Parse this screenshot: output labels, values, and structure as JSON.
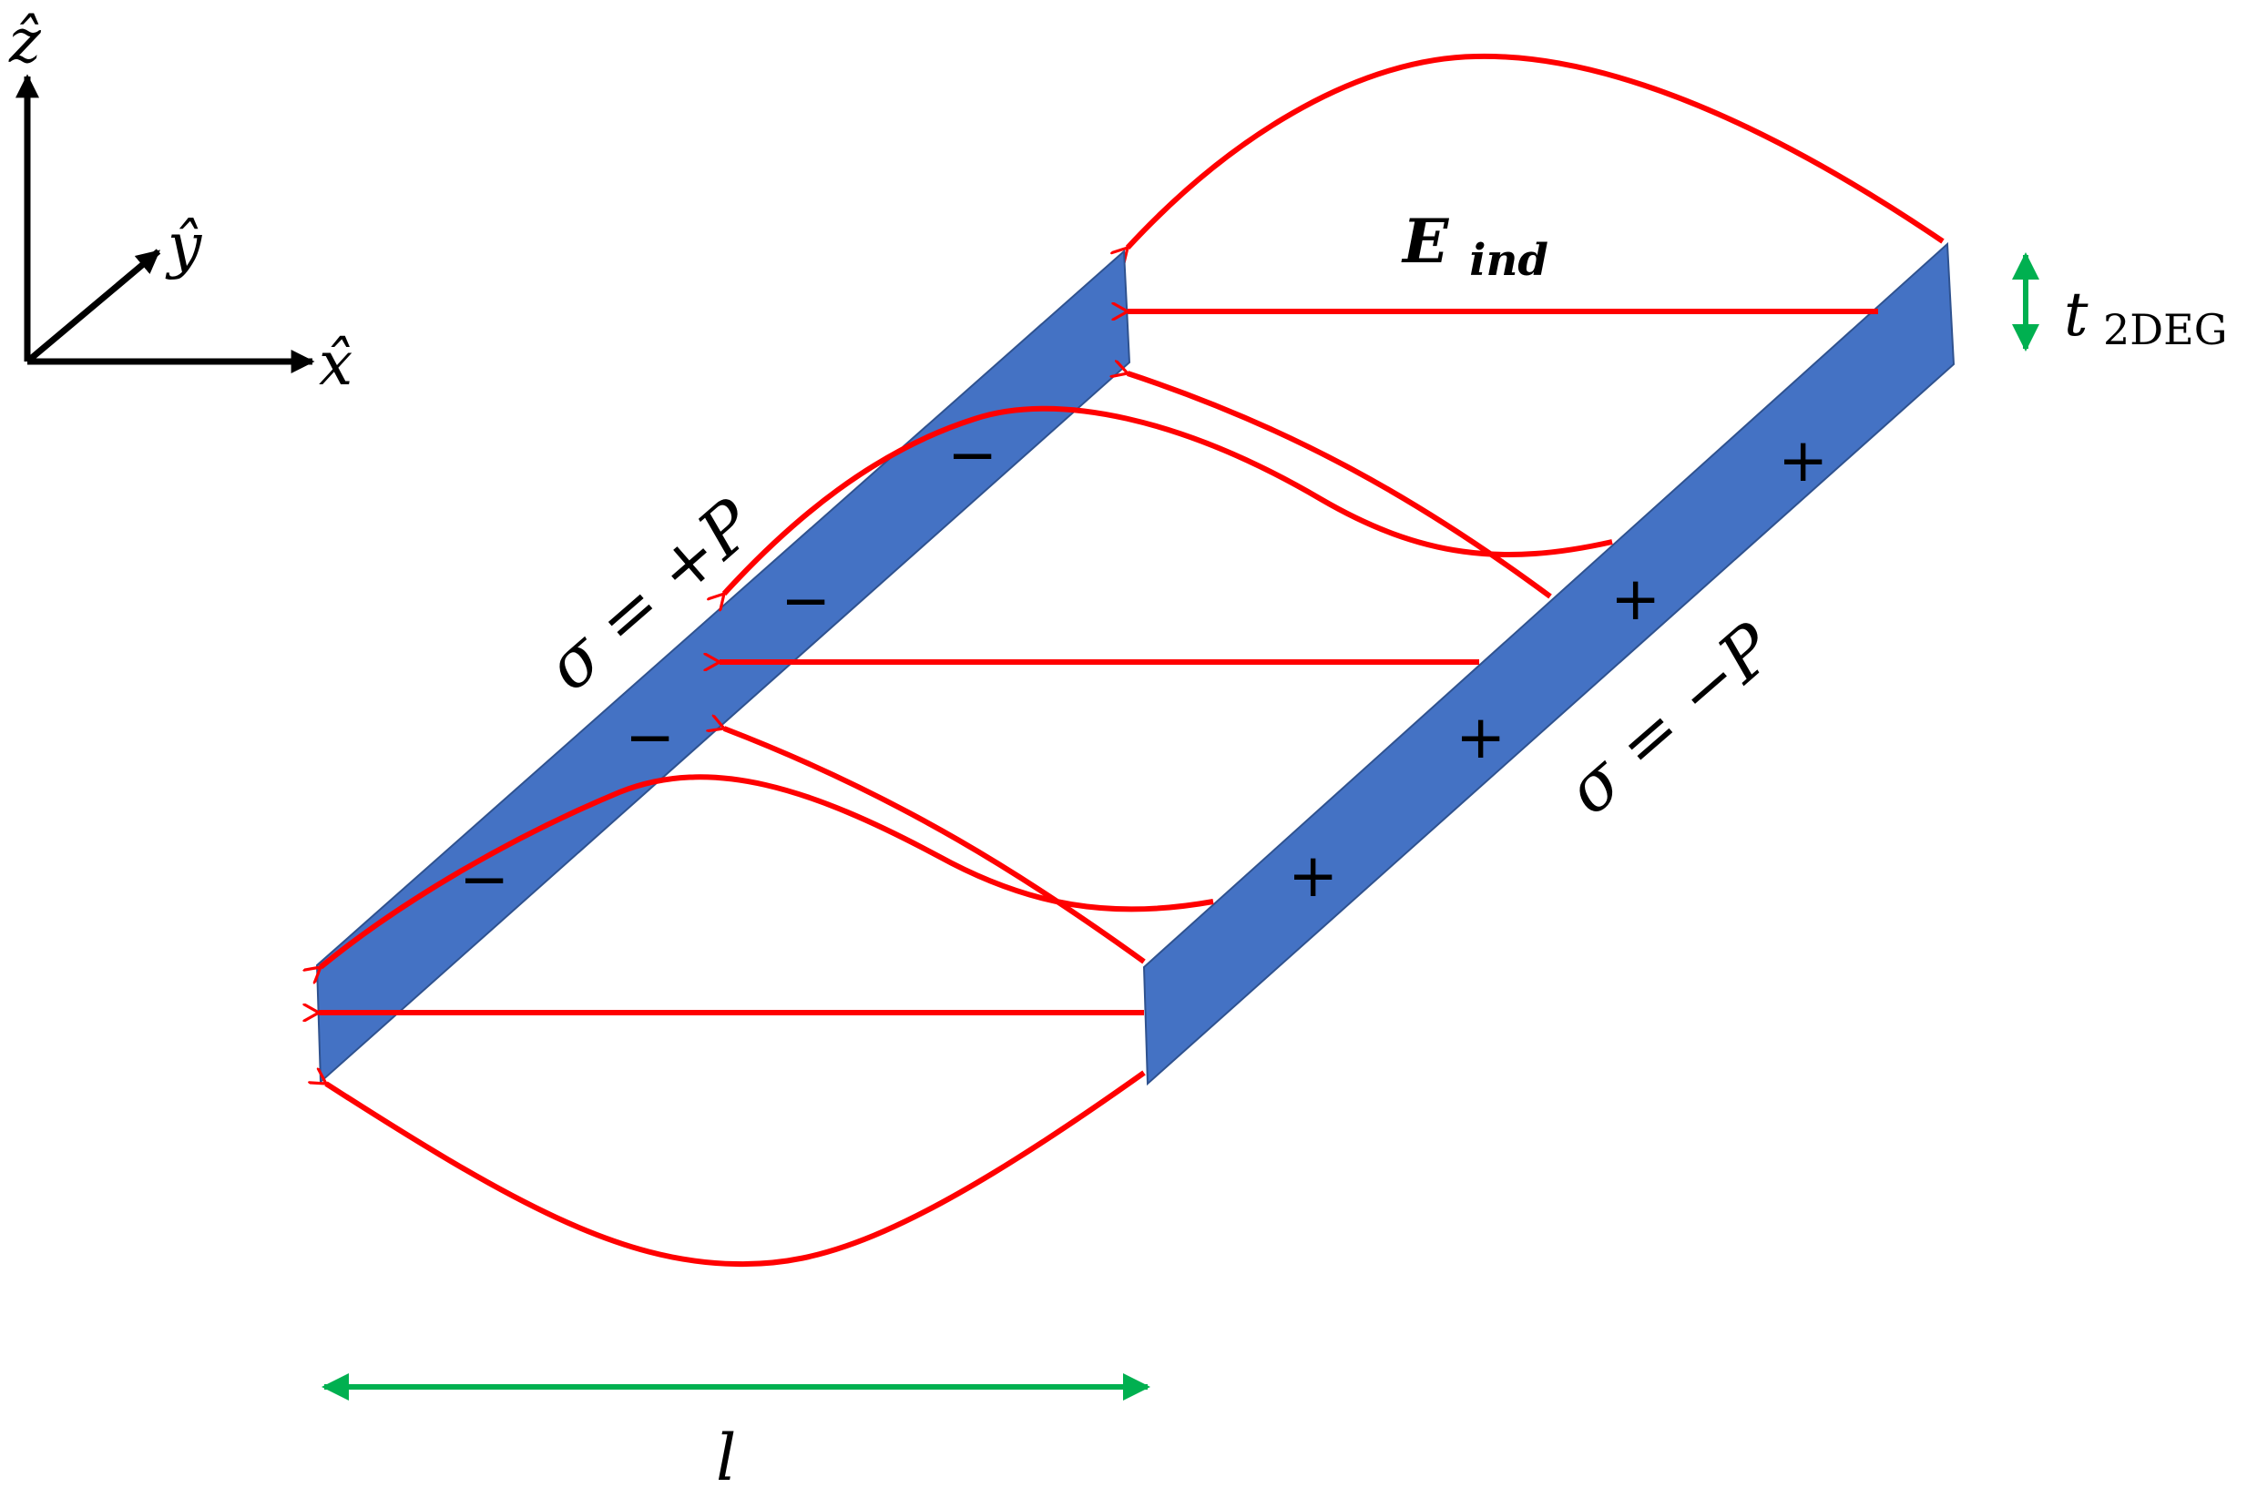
{
  "colors": {
    "field_lines": "#ff0000",
    "electrodes": "#4472c4",
    "electrode_edge": "#2f528f",
    "dimension_arrows": "#00b050",
    "axes": "#000000"
  },
  "axes": {
    "z_label": "ẑ",
    "y_label": "ŷ",
    "x_label": "x̂"
  },
  "field_label": {
    "main": "E",
    "subscript": "ind"
  },
  "thickness_label": {
    "main": "t",
    "subscript": "2DEG"
  },
  "length_label": "l",
  "left_strip": {
    "charge_label": "σ = +P",
    "charge_symbol": "−"
  },
  "right_strip": {
    "charge_label": "σ = −P",
    "charge_symbol": "+"
  }
}
